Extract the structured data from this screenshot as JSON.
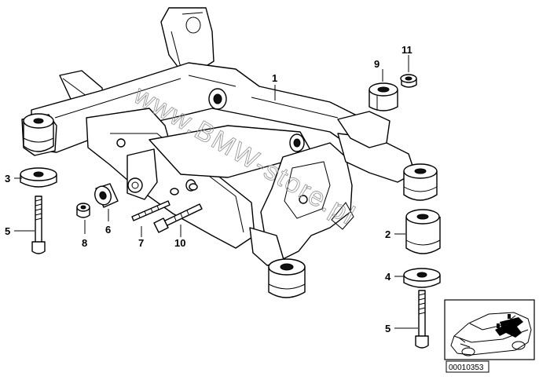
{
  "diagram": {
    "watermark": "www.BMW-store.pl",
    "reference_code": "00010353",
    "callouts": [
      {
        "id": "c1",
        "label": "1"
      },
      {
        "id": "c2",
        "label": "2"
      },
      {
        "id": "c3",
        "label": "3"
      },
      {
        "id": "c4",
        "label": "4"
      },
      {
        "id": "c5a",
        "label": "5"
      },
      {
        "id": "c5b",
        "label": "5"
      },
      {
        "id": "c6",
        "label": "6"
      },
      {
        "id": "c7",
        "label": "7"
      },
      {
        "id": "c8",
        "label": "8"
      },
      {
        "id": "c9",
        "label": "9"
      },
      {
        "id": "c10",
        "label": "10"
      },
      {
        "id": "c11",
        "label": "11"
      }
    ]
  }
}
